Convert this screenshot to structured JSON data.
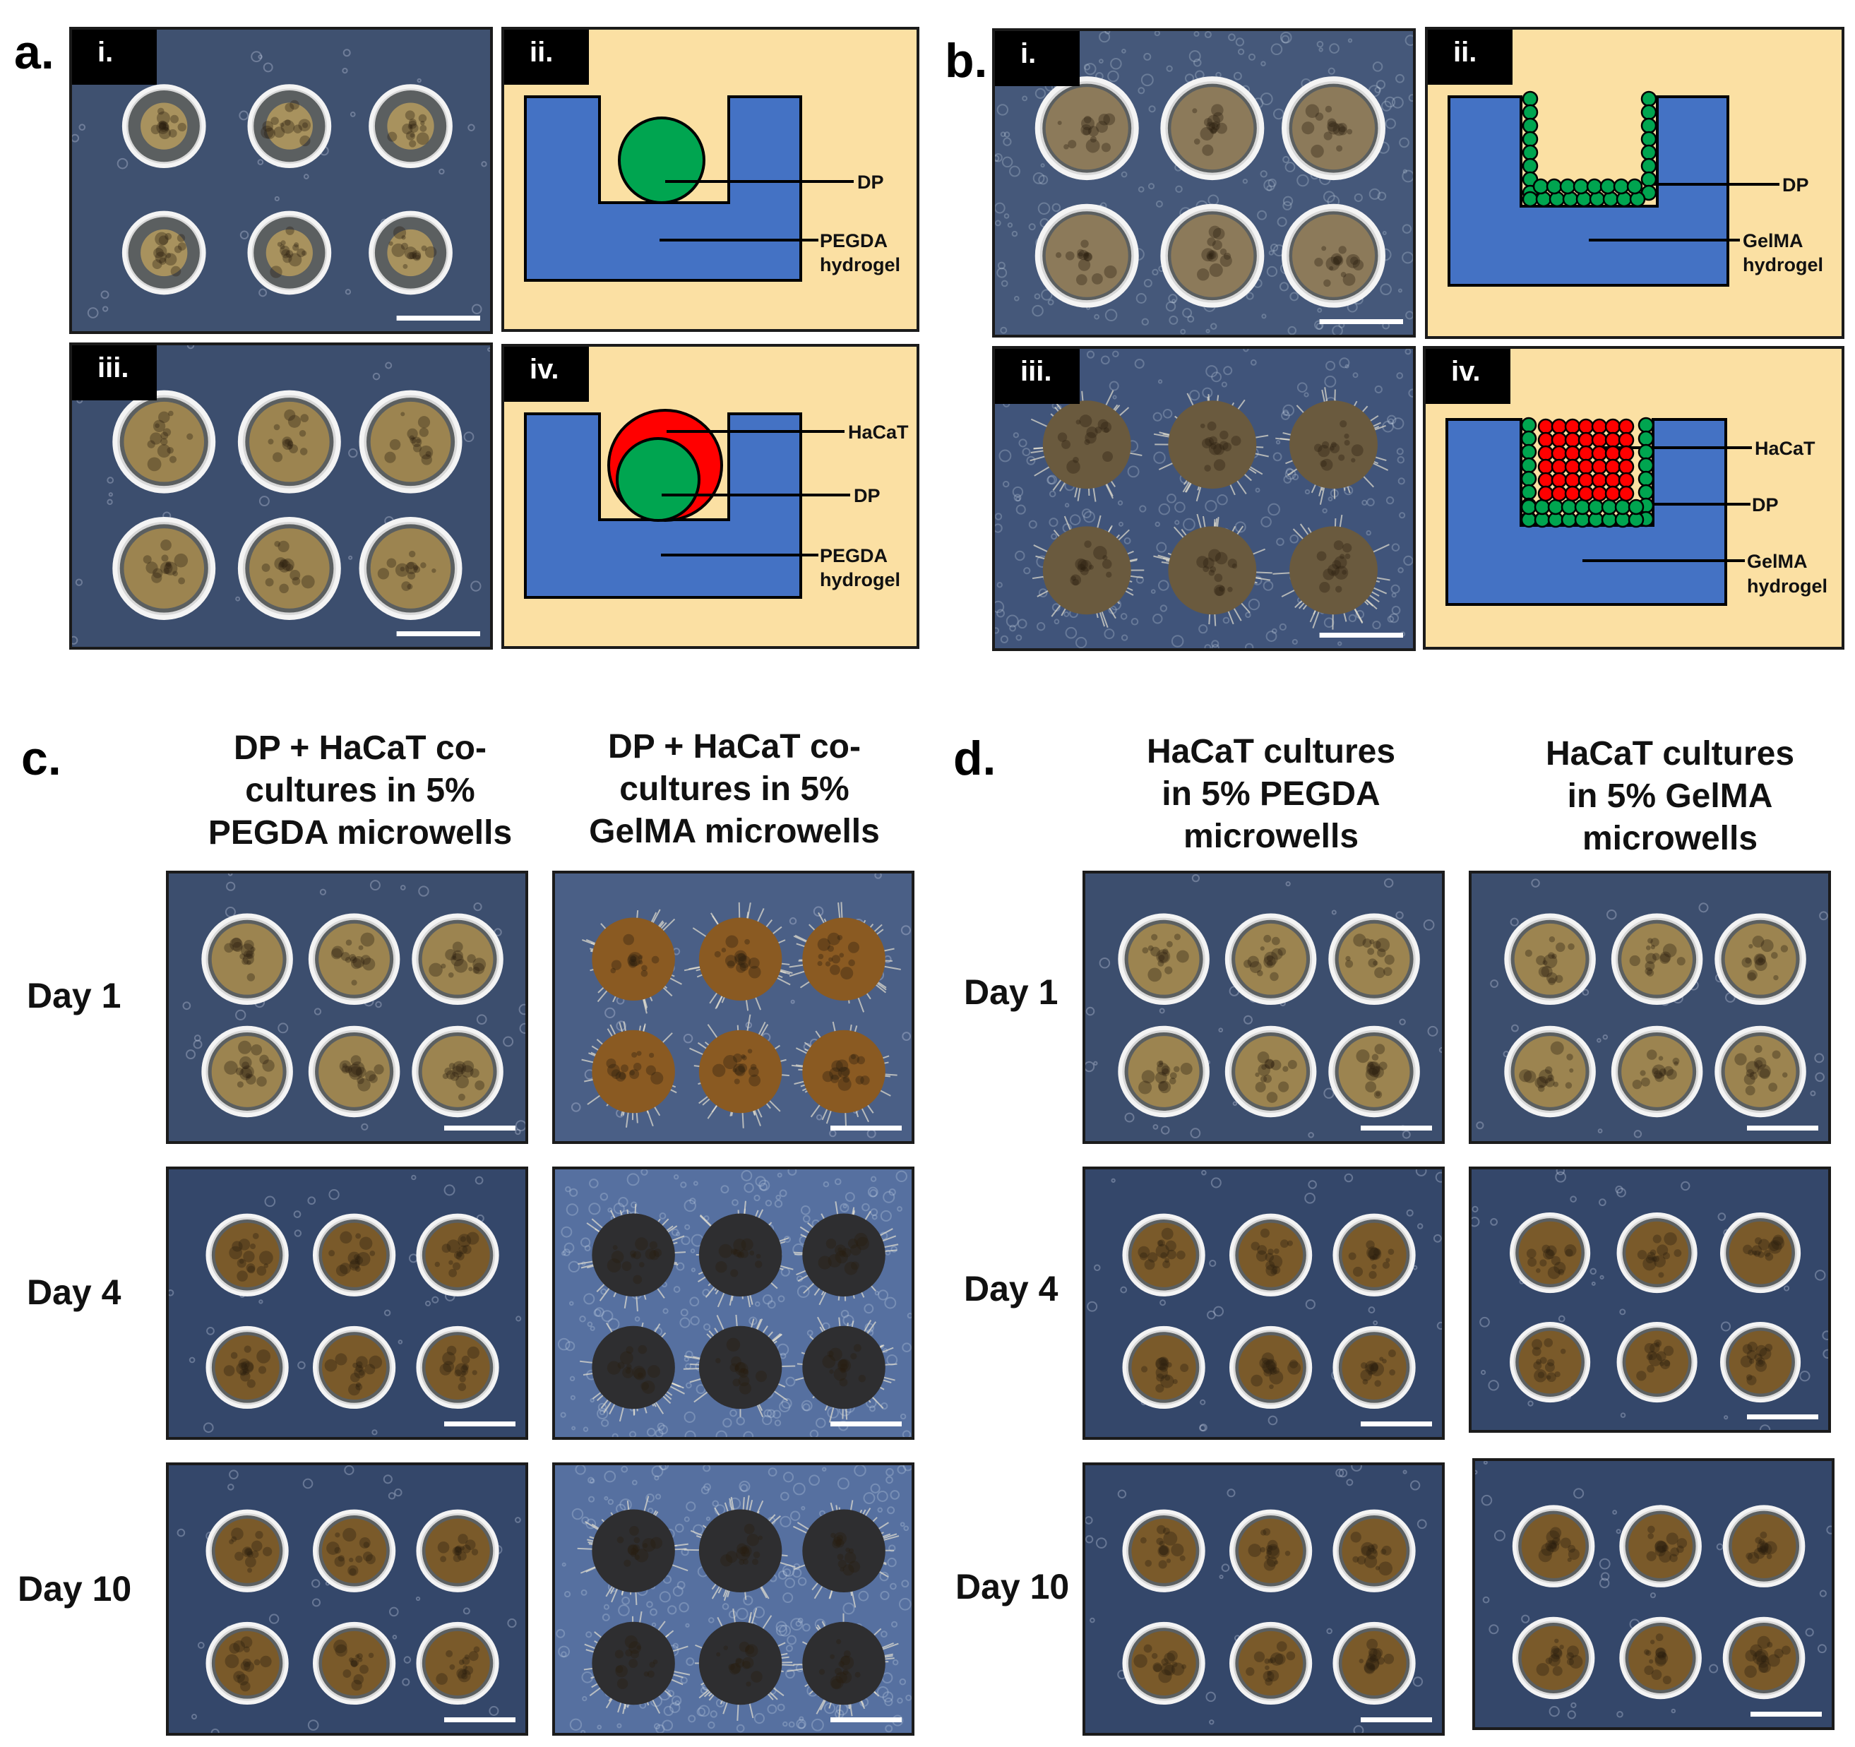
{
  "panel_a": {
    "label": "a.",
    "sub_i": "i.",
    "sub_ii": "ii.",
    "sub_iii": "iii.",
    "sub_iv": "iv.",
    "ii_labels": {
      "dp": "DP",
      "hydrogel_1": "PEGDA",
      "hydrogel_2": "hydrogel"
    },
    "iv_labels": {
      "hacat": "HaCaT",
      "dp": "DP",
      "hydrogel_1": "PEGDA",
      "hydrogel_2": "hydrogel"
    }
  },
  "panel_b": {
    "label": "b.",
    "sub_i": "i.",
    "sub_ii": "ii.",
    "sub_iii": "iii.",
    "sub_iv": "iv.",
    "ii_labels": {
      "dp": "DP",
      "hydrogel_1": "GelMA",
      "hydrogel_2": "hydrogel"
    },
    "iv_labels": {
      "hacat": "HaCaT",
      "dp": "DP",
      "hydrogel_1": "GelMA",
      "hydrogel_2": "hydrogel"
    }
  },
  "panel_c": {
    "label": "c.",
    "col1": [
      "DP + HaCaT co-",
      "cultures in 5%",
      "PEGDA microwells"
    ],
    "col2": [
      "DP + HaCaT co-",
      "cultures in 5%",
      "GelMA microwells"
    ],
    "rows": [
      "Day 1",
      "Day 4",
      "Day 10"
    ]
  },
  "panel_d": {
    "label": "d.",
    "col1": [
      "HaCaT cultures",
      "in 5% PEGDA",
      "microwells"
    ],
    "col2": [
      "HaCaT cultures",
      "in 5% GelMA",
      "microwells"
    ],
    "rows": [
      "Day 1",
      "Day 4",
      "Day 10"
    ]
  },
  "colors": {
    "schematic_background": "#fbe0a3",
    "hydrogel_blue": "#4472c4",
    "dp_green": "#00a550",
    "hacat_red": "#ff0000",
    "micrograph_background": "#3d4f6f",
    "scale_bar": "#ffffff"
  }
}
